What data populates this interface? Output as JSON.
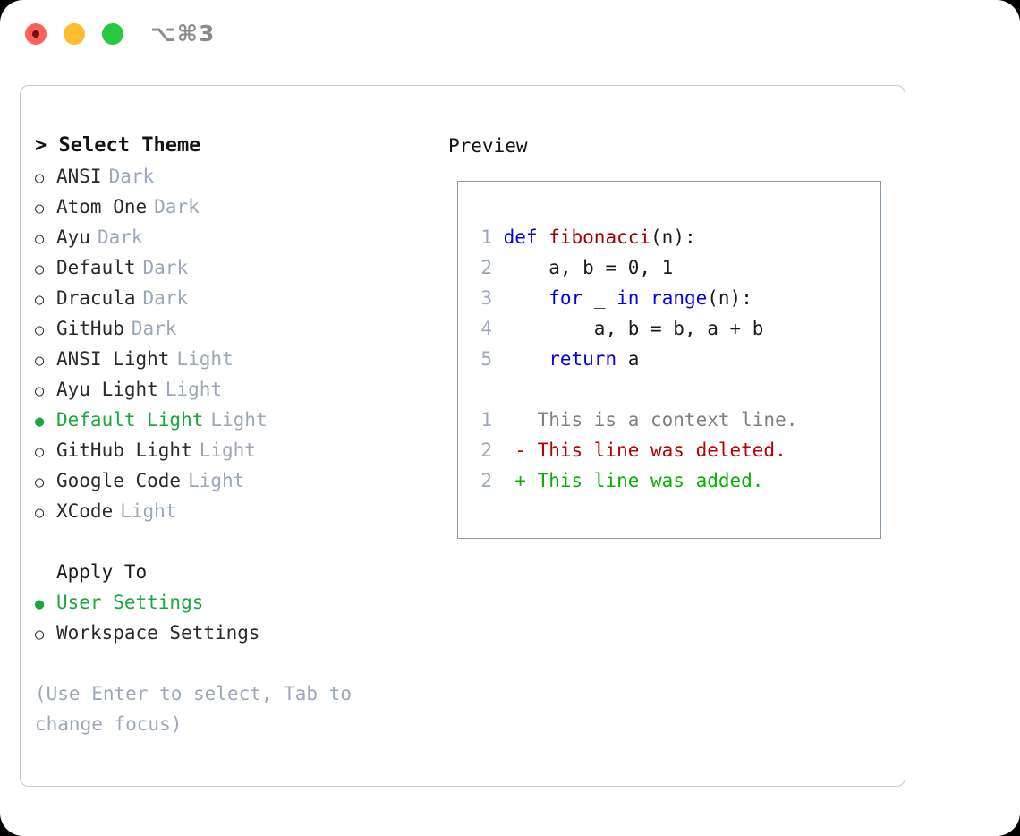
{
  "window": {
    "traffic_lights": [
      "close",
      "minimize",
      "maximize"
    ],
    "shortcut": "⌥⌘3"
  },
  "theme_selector": {
    "title": "> Select Theme",
    "selected_theme": "Default Light",
    "accent_color": "#1aa83c",
    "tag_color": "#9ba8b8",
    "items": [
      {
        "marker": "○",
        "label": "ANSI",
        "tag": "Dark",
        "selected": false
      },
      {
        "marker": "○",
        "label": "Atom One",
        "tag": "Dark",
        "selected": false
      },
      {
        "marker": "○",
        "label": "Ayu",
        "tag": "Dark",
        "selected": false
      },
      {
        "marker": "○",
        "label": "Default",
        "tag": "Dark",
        "selected": false
      },
      {
        "marker": "○",
        "label": "Dracula",
        "tag": "Dark",
        "selected": false
      },
      {
        "marker": "○",
        "label": "GitHub",
        "tag": "Dark",
        "selected": false
      },
      {
        "marker": "○",
        "label": "ANSI Light",
        "tag": "Light",
        "selected": false
      },
      {
        "marker": "○",
        "label": "Ayu Light",
        "tag": "Light",
        "selected": false
      },
      {
        "marker": "●",
        "label": "Default Light",
        "tag": "Light",
        "selected": true
      },
      {
        "marker": "○",
        "label": "GitHub Light",
        "tag": "Light",
        "selected": false
      },
      {
        "marker": "○",
        "label": "Google Code",
        "tag": "Light",
        "selected": false
      },
      {
        "marker": "○",
        "label": "XCode",
        "tag": "Light",
        "selected": false
      }
    ]
  },
  "apply_to": {
    "title": "Apply To",
    "selected_option": "User Settings",
    "items": [
      {
        "marker": "●",
        "label": "User Settings",
        "selected": true
      },
      {
        "marker": "○",
        "label": "Workspace Settings",
        "selected": false
      }
    ]
  },
  "hint": "(Use Enter to select, Tab to change focus)",
  "preview": {
    "title": "Preview",
    "border_color": "#8c9bb0",
    "code_lines": [
      {
        "no": "1",
        "tokens": [
          {
            "t": "def ",
            "c": "kw"
          },
          {
            "t": "fibonacci",
            "c": "fn"
          },
          {
            "t": "(n):",
            "c": "plain"
          }
        ]
      },
      {
        "no": "2",
        "tokens": [
          {
            "t": "    a, b = 0, 1",
            "c": "plain"
          }
        ]
      },
      {
        "no": "3",
        "tokens": [
          {
            "t": "    ",
            "c": "plain"
          },
          {
            "t": "for",
            "c": "kw"
          },
          {
            "t": " _ ",
            "c": "plain"
          },
          {
            "t": "in ",
            "c": "kw"
          },
          {
            "t": "range",
            "c": "kw"
          },
          {
            "t": "(n):",
            "c": "plain"
          }
        ]
      },
      {
        "no": "4",
        "tokens": [
          {
            "t": "        a, b = b, a + b",
            "c": "plain"
          }
        ]
      },
      {
        "no": "5",
        "tokens": [
          {
            "t": "    ",
            "c": "plain"
          },
          {
            "t": "return",
            "c": "kw"
          },
          {
            "t": " a",
            "c": "plain"
          }
        ]
      }
    ],
    "diff_lines": [
      {
        "no": "1",
        "sign": " ",
        "text": "This is a context line.",
        "kind": "ctx"
      },
      {
        "no": "2",
        "sign": "-",
        "text": "This line was deleted.",
        "kind": "del"
      },
      {
        "no": "2",
        "sign": "+",
        "text": "This line was added.",
        "kind": "add"
      }
    ]
  }
}
